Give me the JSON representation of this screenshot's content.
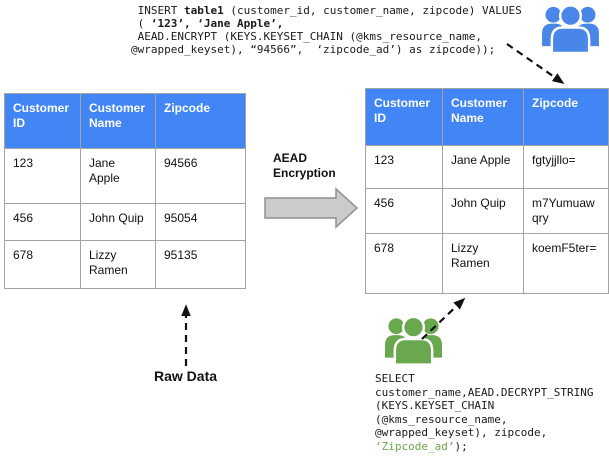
{
  "colors": {
    "header_blue": "#4285F4",
    "icon_blue": "#4A86E8",
    "icon_green": "#6AA84F",
    "code_green": "#6AA84F",
    "arrow_gray_fill": "#CBCBCB",
    "arrow_gray_stroke": "#8F8F8F",
    "dash_black": "#111111"
  },
  "insert_code": {
    "lines": [
      [
        {
          "t": " INSERT "
        },
        {
          "t": "table1",
          "b": 1
        },
        {
          "t": " (customer_id, customer_name, zipcode) VALUES"
        }
      ],
      [
        {
          "t": " ( "
        },
        {
          "t": "‘123’, ‘Jane Apple’,",
          "b": 1
        }
      ],
      [
        {
          "t": " AEAD.ENCRYPT (KEYS.KEYSET_CHAIN (@kms_resource_name,"
        }
      ],
      [
        {
          "t": "@wrapped_keyset), “94566”,  ‘zipcode_ad’) as zipcode));"
        }
      ]
    ]
  },
  "select_code": {
    "lines": [
      [
        {
          "t": "SELECT"
        }
      ],
      [
        {
          "t": "customer_name,AEAD.DECRYPT_STRING"
        }
      ],
      [
        {
          "t": "(KEYS.KEYSET_CHAIN"
        }
      ],
      [
        {
          "t": "(@kms_resource_name,"
        }
      ],
      [
        {
          "t": "@wrapped_keyset), zipcode,"
        }
      ],
      [
        {
          "t": "‘Zipcode_ad’",
          "c": "#6AA84F"
        },
        {
          "t": ");"
        }
      ]
    ]
  },
  "labels": {
    "aead_line1": "AEAD",
    "aead_line2": "Encryption",
    "raw_data": "Raw Data"
  },
  "left_table": {
    "headers": [
      "Customer ID",
      "Customer Name",
      "Zipcode"
    ],
    "rows": [
      [
        "123",
        "Jane Apple",
        "94566"
      ],
      [
        "456",
        "John Quip",
        "95054"
      ],
      [
        "678",
        "Lizzy Ramen",
        "95135"
      ]
    ]
  },
  "right_table": {
    "headers": [
      "Customer ID",
      "Customer Name",
      "Zipcode"
    ],
    "rows": [
      [
        "123",
        "Jane Apple",
        "fgtyjjllo="
      ],
      [
        "456",
        "John Quip",
        "m7Yumuawqry"
      ],
      [
        "678",
        "Lizzy Ramen",
        "koemF5ter="
      ]
    ]
  },
  "icons": {
    "top_right": "users-group-icon",
    "bottom": "users-group-icon"
  }
}
